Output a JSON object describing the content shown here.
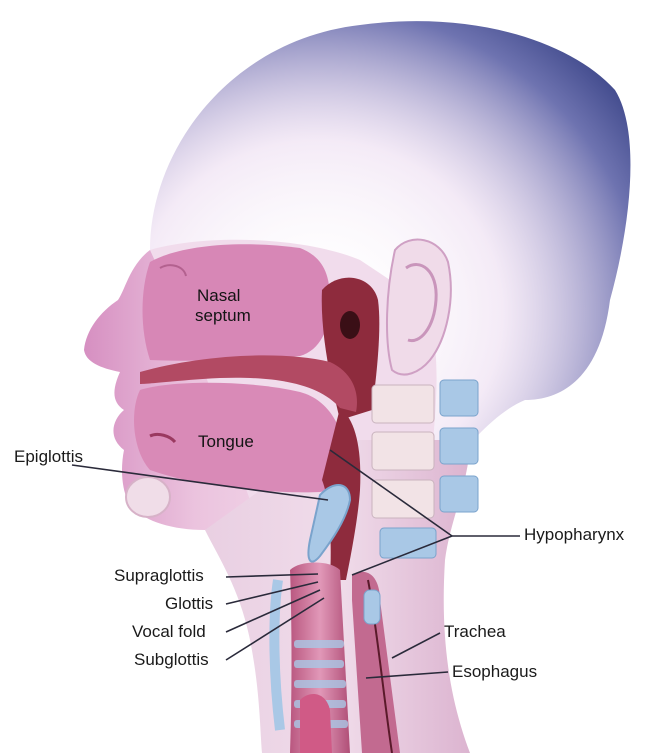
{
  "labels": {
    "nasal_septum_line1": "Nasal",
    "nasal_septum_line2": "septum",
    "tongue": "Tongue",
    "epiglottis": "Epiglottis",
    "hypopharynx": "Hypopharynx",
    "supraglottis": "Supraglottis",
    "glottis": "Glottis",
    "vocal_fold": "Vocal fold",
    "subglottis": "Subglottis",
    "trachea": "Trachea",
    "esophagus": "Esophagus"
  },
  "colors": {
    "hair": "#2f3a7e",
    "skin": "#e6c1dd",
    "skin_shadow": "#c98cb8",
    "mucosa": "#c9689a",
    "deep_tissue": "#8e2b3d",
    "cartilage_blue": "#a9c8e6",
    "bone": "#f2e3e6",
    "leader_line": "#2a2a3a"
  }
}
